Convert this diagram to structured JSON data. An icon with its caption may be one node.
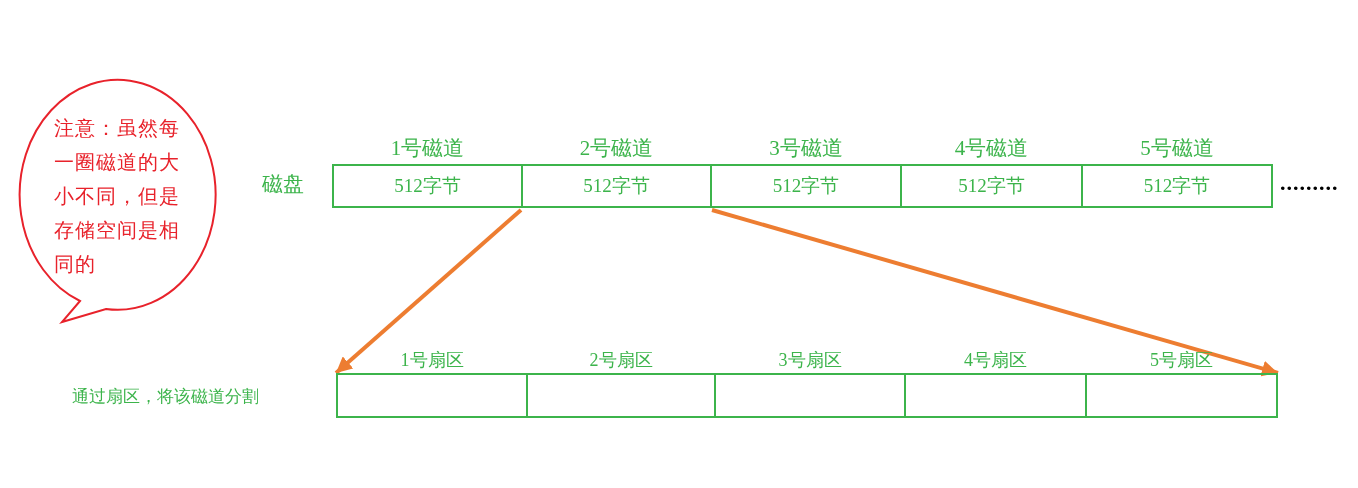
{
  "diagram": {
    "nodes": [
      {
        "text": [
          "注意：虽然每一圈磁道的大小不同，但是存储空间是相同的"
        ]
      },
      {
        "text": [
          "1号磁道",
          "512字节"
        ]
      },
      {
        "text": [
          "2号磁道",
          "512字节"
        ]
      },
      {
        "text": [
          "3号磁道",
          "512字节"
        ]
      },
      {
        "text": [
          "4号磁道",
          "512字节"
        ]
      },
      {
        "text": [
          "5号磁道",
          "512字节"
        ]
      },
      {
        "text": [
          "1号扇区"
        ]
      },
      {
        "text": [
          "2号扇区"
        ]
      },
      {
        "text": [
          "3号扇区"
        ]
      },
      {
        "text": [
          "4号扇区"
        ]
      },
      {
        "text": [
          "5号扇区"
        ]
      }
    ],
    "edges": [
      {
        "from": 2,
        "to": 6,
        "arrow": "to"
      },
      {
        "from": 2,
        "to": 10,
        "arrow": "to"
      }
    ],
    "labels": [
      "磁盘",
      ".........",
      "通过扇区，将该磁道分割"
    ]
  }
}
